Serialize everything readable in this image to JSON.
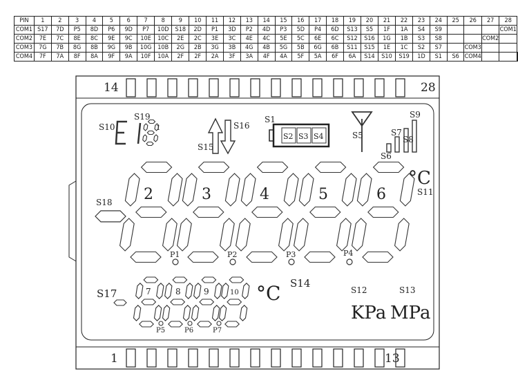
{
  "pin_table": {
    "rows": [
      [
        "PIN",
        "1",
        "2",
        "3",
        "4",
        "5",
        "6",
        "7",
        "8",
        "9",
        "10",
        "11",
        "12",
        "13",
        "14",
        "15",
        "16",
        "17",
        "18",
        "19",
        "20",
        "21",
        "22",
        "23",
        "24",
        "25",
        "26",
        "27",
        "28"
      ],
      [
        "COM1",
        "S17",
        "7D",
        "P5",
        "8D",
        "P6",
        "9D",
        "P7",
        "10D",
        "S18",
        "2D",
        "P1",
        "3D",
        "P2",
        "4D",
        "P3",
        "5D",
        "P4",
        "6D",
        "S13",
        "S5",
        "1F",
        "1A",
        "S4",
        "S9",
        "",
        "",
        "",
        "COM1"
      ],
      [
        "COM2",
        "7E",
        "7C",
        "8E",
        "8C",
        "9E",
        "9C",
        "10E",
        "10C",
        "2E",
        "2C",
        "3E",
        "3C",
        "4E",
        "4C",
        "5E",
        "5C",
        "6E",
        "6C",
        "S12",
        "S16",
        "1G",
        "1B",
        "S3",
        "S8",
        "",
        "",
        "COM2",
        ""
      ],
      [
        "COM3",
        "7G",
        "7B",
        "8G",
        "8B",
        "9G",
        "9B",
        "10G",
        "10B",
        "2G",
        "2B",
        "3G",
        "3B",
        "4G",
        "4B",
        "5G",
        "5B",
        "6G",
        "6B",
        "S11",
        "S15",
        "1E",
        "1C",
        "S2",
        "S7",
        "",
        "COM3",
        "",
        ""
      ],
      [
        "COM4",
        "7F",
        "7A",
        "8F",
        "8A",
        "9F",
        "9A",
        "10F",
        "10A",
        "2F",
        "2F",
        "2A",
        "3F",
        "3A",
        "4F",
        "4A",
        "5F",
        "5A",
        "6F",
        "6A",
        "S14",
        "S10",
        "S19",
        "1D",
        "S1",
        "S6",
        "COM4",
        "",
        "",
        ""
      ]
    ]
  },
  "lcd": {
    "pin_left_top": "14",
    "pin_right_top": "28",
    "pin_left_bottom": "1",
    "pin_right_bottom": "13",
    "labels": {
      "s10": "S10",
      "s19": "S19",
      "e_char": "E",
      "digit1": "1",
      "s16": "S16",
      "s15": "S15",
      "s1": "S1",
      "s2": "S2",
      "s3": "S3",
      "s4": "S4",
      "s5": "S5",
      "s6": "S6",
      "s7": "S7",
      "s8": "S8",
      "s9": "S9",
      "s11": "S11",
      "deg_c_big": "°C",
      "s18": "S18",
      "d2": "2",
      "d3": "3",
      "d4": "4",
      "d5": "5",
      "d6": "6",
      "p1": "P1",
      "p2": "P2",
      "p3": "P3",
      "p4": "P4",
      "s17": "S17",
      "d7": "7",
      "d8": "8",
      "d9": "9",
      "d10": "10",
      "p5": "P5",
      "p6": "P6",
      "p7": "P7",
      "deg_c_small": "°C",
      "s14": "S14",
      "s12": "S12",
      "s13": "S13",
      "kpa": "KPa",
      "mpa": "MPa"
    }
  }
}
